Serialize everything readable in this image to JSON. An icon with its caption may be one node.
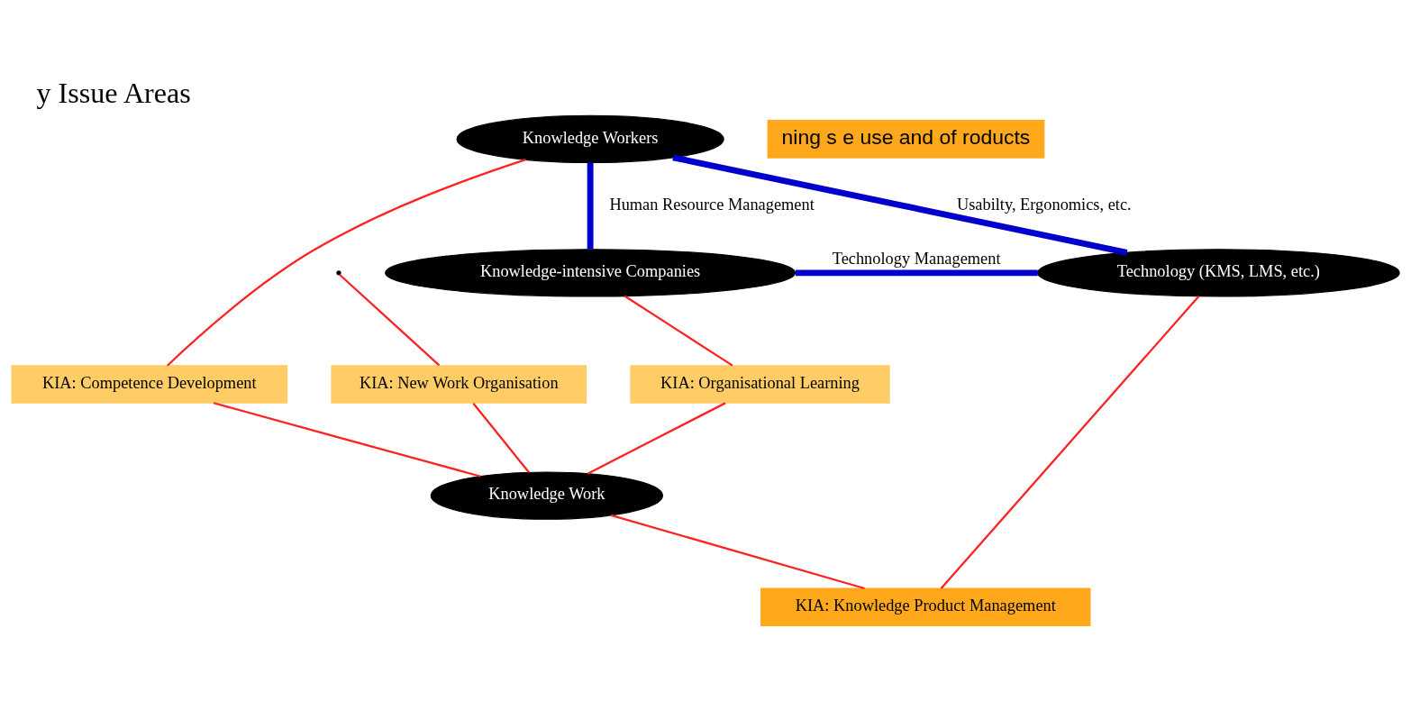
{
  "diagram": {
    "title": "y Issue Areas",
    "nodes": [
      {
        "text": [
          "Knowledge Workers"
        ]
      },
      {
        "text": [
          "Knowledge Work"
        ]
      },
      {
        "text": [
          "Knowledge-intensive Companies"
        ]
      },
      {
        "text": [
          "Technology (KMS, LMS, etc.)"
        ]
      },
      {
        "text": [
          "KIA: Competence Development"
        ]
      },
      {
        "text": [
          "KIA: New Work Organisation"
        ]
      },
      {
        "text": [
          "KIA: Organisational Learning"
        ]
      },
      {
        "text": [
          "KIA: Knowledge Product Management"
        ]
      },
      {
        "text": [
          "ning s e use and of roducts"
        ]
      }
    ],
    "edges": [
      {
        "from": 0,
        "to": 2,
        "arrow": "none",
        "label": "Human Resource Management",
        "style": "thick",
        "color": "#0000cc"
      },
      {
        "from": 0,
        "to": 3,
        "arrow": "none",
        "label": "Usabilty, Ergonomics, etc.",
        "style": "thick",
        "color": "#0000cc"
      },
      {
        "from": 2,
        "to": 3,
        "arrow": "none",
        "label": "Technology Management",
        "style": "thick",
        "color": "#0000cc"
      },
      {
        "from": 0,
        "to": 4,
        "arrow": "none"
      },
      {
        "from": 4,
        "to": 1,
        "arrow": "none"
      },
      {
        "from": null,
        "to": 5,
        "arrow": "none"
      },
      {
        "from": 5,
        "to": 1,
        "arrow": "none"
      },
      {
        "from": 2,
        "to": 6,
        "arrow": "none"
      },
      {
        "from": 6,
        "to": 1,
        "arrow": "none"
      },
      {
        "from": 1,
        "to": 7,
        "arrow": "none"
      },
      {
        "from": 7,
        "to": 3,
        "arrow": "none"
      }
    ]
  }
}
